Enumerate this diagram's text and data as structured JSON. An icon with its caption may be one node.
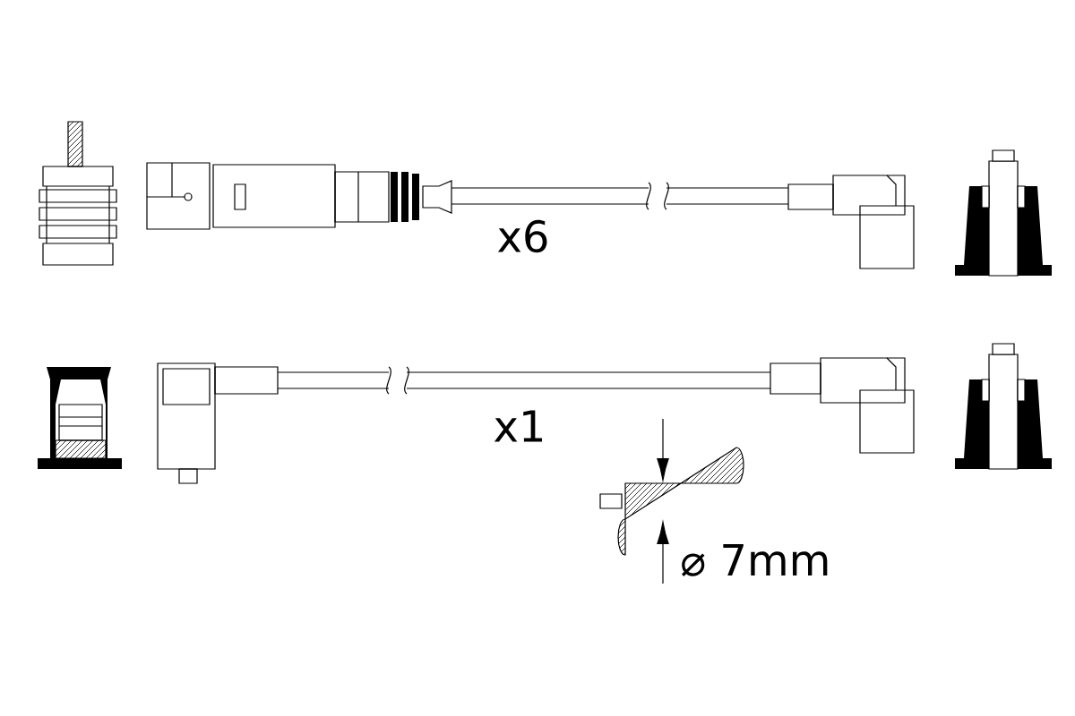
{
  "diagram": {
    "labels": [
      "x6",
      "x1",
      "⌀ 7mm"
    ]
  }
}
